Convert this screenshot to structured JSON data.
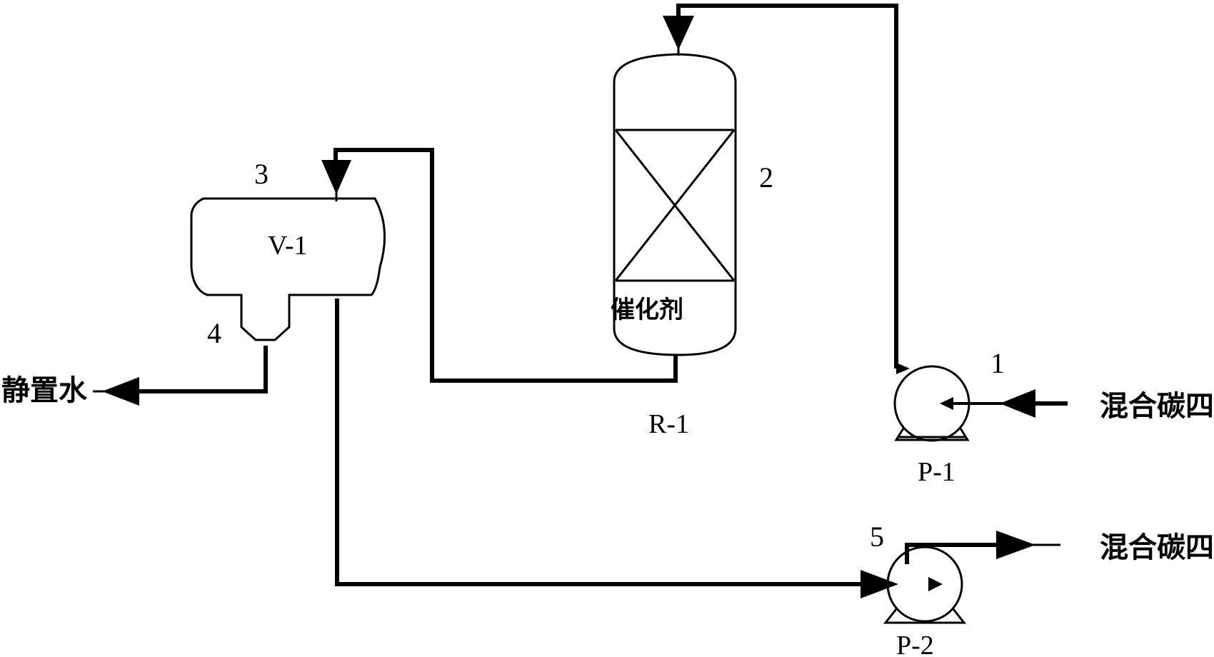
{
  "equipment": {
    "reactor": {
      "tag": "R-1",
      "number": "2",
      "catalyst_label": "催化剂"
    },
    "vessel": {
      "tag": "V-1",
      "number": "3"
    },
    "pump_feed": {
      "tag": "P-1",
      "number": "1"
    },
    "pump_product": {
      "tag": "P-2",
      "number": "5"
    },
    "water_outlet": {
      "number": "4"
    }
  },
  "streams": {
    "feed_in": "混合碳四",
    "product_out": "混合碳四",
    "water_out": "静置水"
  },
  "colors": {
    "line": "#000000",
    "background": "#ffffff"
  }
}
